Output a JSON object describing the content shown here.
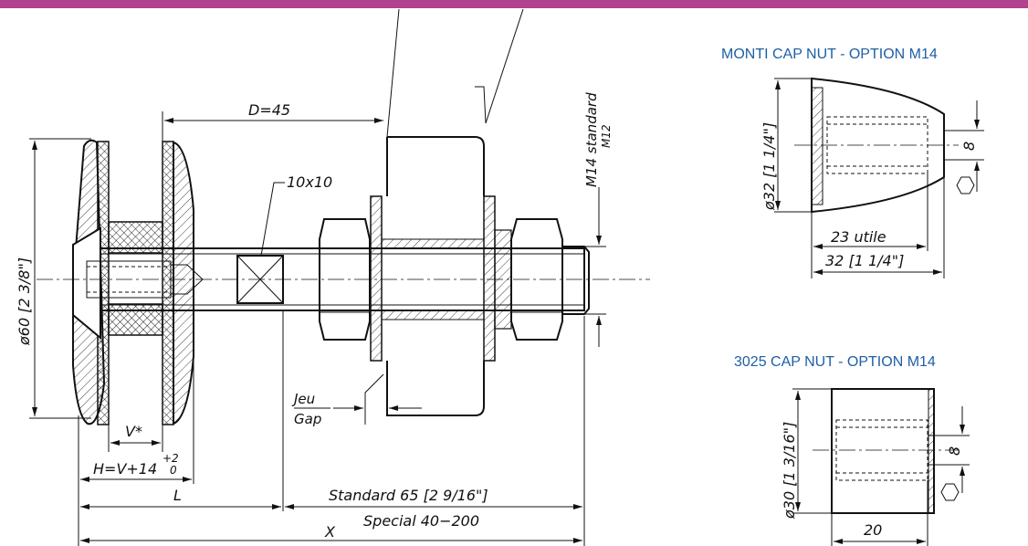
{
  "colors": {
    "accent_bar": "#b0428f",
    "title_blue": "#1e5fa4",
    "line": "#111111"
  },
  "titles": {
    "monti": "MONTI CAP NUT - OPTION M14",
    "cap3025": "3025 CAP NUT - OPTION M14"
  },
  "main": {
    "d45": "D=45",
    "square": "10x10",
    "thread_std": "M14  standard",
    "thread_alt": "M12",
    "diameter": "ø60  [2  3/8\"]",
    "jeu": "Jeu",
    "gap": "Gap",
    "v": "V*",
    "h": "H=V+14",
    "tol_up": "+2",
    "tol_low": "0",
    "l": "L",
    "standard": "Standard  65  [2  9/16\"]",
    "special": "Special  40−200",
    "x": "X"
  },
  "monti": {
    "diameter": "ø32  [1  1/4\"]",
    "eight": "8",
    "utile": "23  utile",
    "length": "32  [1  1/4\"]"
  },
  "cap3025": {
    "diameter": "ø30  [1  3/16\"]",
    "eight": "8",
    "length": "20"
  }
}
